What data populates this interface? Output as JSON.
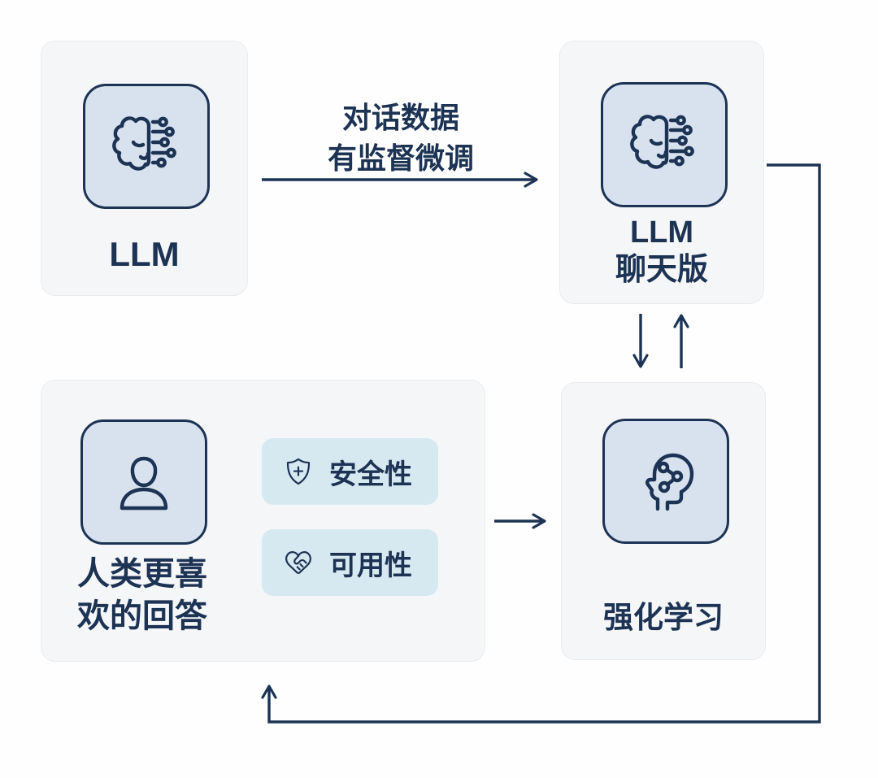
{
  "colors": {
    "navy": "#1d3354",
    "box_bg": "#f5f6f8",
    "box_border": "#e9ebee",
    "tile_bg": "#d8e2ef",
    "pill_bg": "#d7e9f0",
    "page_bg": "#fefefe"
  },
  "nodes": {
    "llm": {
      "label": "LLM",
      "icon": "ai-brain"
    },
    "llm_chat": {
      "line1": "LLM",
      "line2": "聊天版",
      "icon": "ai-brain"
    },
    "rl": {
      "label": "强化学习",
      "icon": "head-network"
    },
    "human": {
      "line1": "人类更喜",
      "line2": "欢的回答",
      "icon": "person",
      "tags": [
        {
          "label": "安全性",
          "icon": "shield-plus"
        },
        {
          "label": "可用性",
          "icon": "heart-handshake"
        }
      ]
    }
  },
  "edges": {
    "sft": {
      "label_line1": "对话数据",
      "label_line2": "有监督微调"
    }
  }
}
